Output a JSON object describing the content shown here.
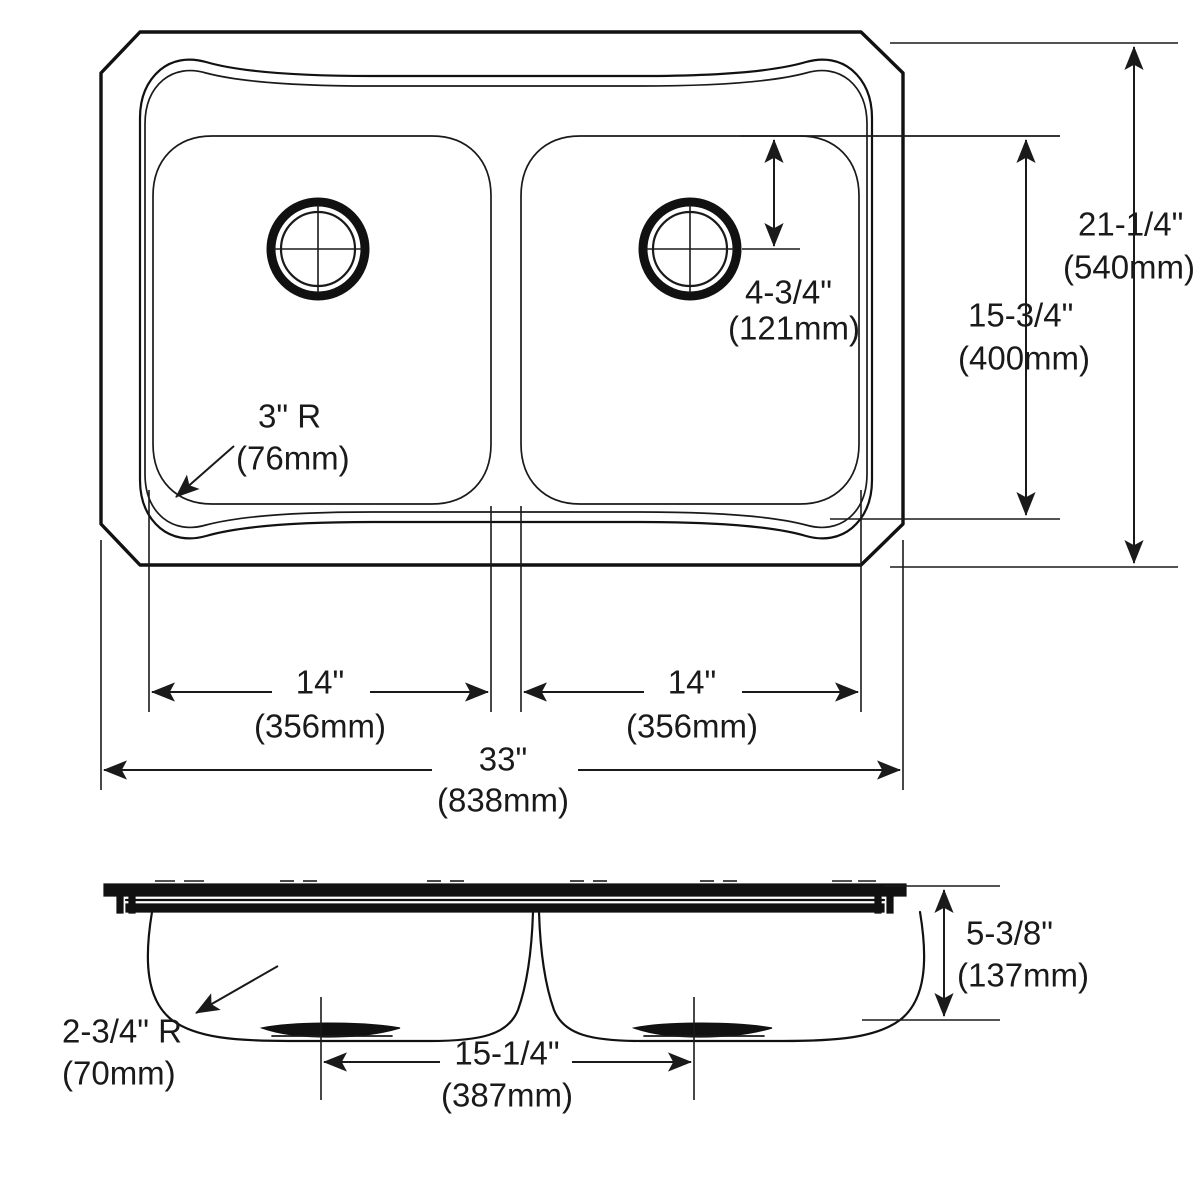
{
  "drawing": {
    "title": "Double Bowl Sink Specification Drawing",
    "views": {
      "top": "top-view",
      "section": "cross-section-view"
    }
  },
  "dimensions": {
    "overall_width": {
      "imperial": "33\"",
      "metric": "(838mm)"
    },
    "overall_depth": {
      "imperial": "21-1/4\"",
      "metric": "(540mm)"
    },
    "bowl_depth_front_to_back": {
      "imperial": "15-3/4\"",
      "metric": "(400mm)"
    },
    "left_bowl_width": {
      "imperial": "14\"",
      "metric": "(356mm)"
    },
    "right_bowl_width": {
      "imperial": "14\"",
      "metric": "(356mm)"
    },
    "drain_offset_from_back": {
      "imperial": "4-3/4\"",
      "metric": "(121mm)"
    },
    "bowl_corner_radius": {
      "imperial": "3\" R",
      "metric": "(76mm)"
    },
    "bowl_bottom_radius": {
      "imperial": "2-3/4\" R",
      "metric": "(70mm)"
    },
    "bowl_height": {
      "imperial": "5-3/8\"",
      "metric": "(137mm)"
    },
    "drain_center_spacing": {
      "imperial": "15-1/4\"",
      "metric": "(387mm)"
    }
  },
  "colors": {
    "line": "#111111",
    "text": "#1a1a1a",
    "background": "#ffffff"
  }
}
